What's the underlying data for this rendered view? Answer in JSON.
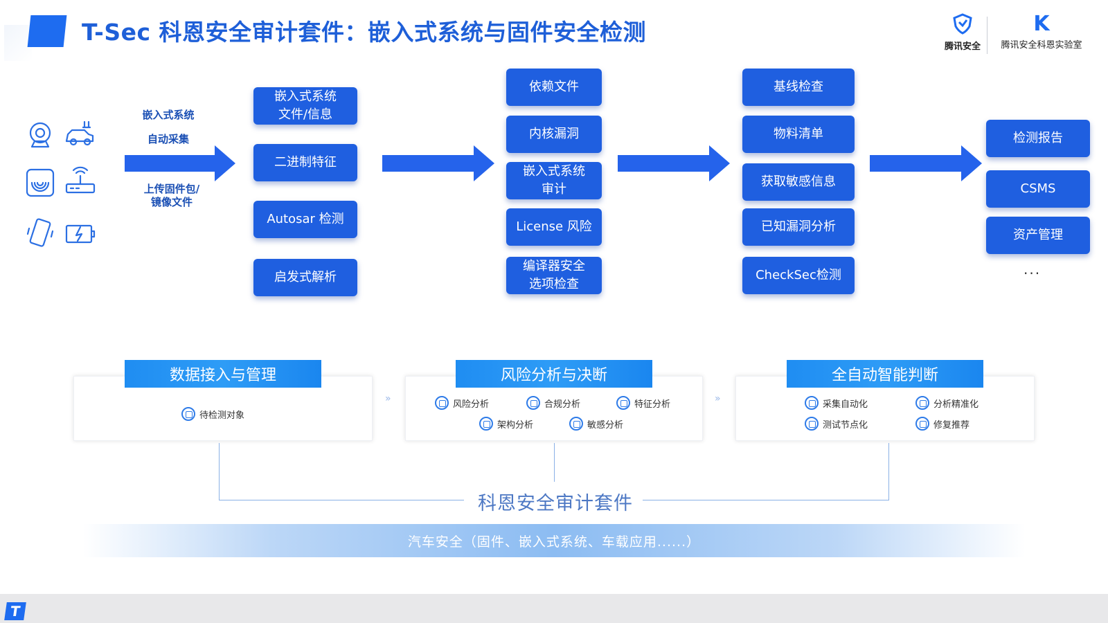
{
  "header": {
    "title": "T-Sec 科恩安全审计套件：嵌入式系统与固件安全检测",
    "brand_left": {
      "glyph_icon": "tencent-shield-icon",
      "name": "腾讯安全"
    },
    "brand_right": {
      "glyph": "K",
      "name": "腾讯安全科恩实验室"
    }
  },
  "devices": [
    "camera-icon",
    "ev-car-icon",
    "radar-icon",
    "router-icon",
    "smartphone-icon",
    "battery-icon"
  ],
  "collect": {
    "line1": "嵌入式系统",
    "line2": "自动采集",
    "upload": "上传固件包/\n镜像文件"
  },
  "stage1": [
    "嵌入式系统\n文件/信息",
    "二进制特征",
    "Autosar 检测",
    "启发式解析"
  ],
  "stage2": [
    "依赖文件",
    "内核漏洞",
    "嵌入式系统\n审计",
    "License 风险",
    "编译器安全\n选项检查"
  ],
  "stage3": [
    "基线检查",
    "物料清单",
    "获取敏感信息",
    "已知漏洞分析",
    "CheckSec检测"
  ],
  "stage4": [
    "检测报告",
    "CSMS",
    "资产管理"
  ],
  "stage4_more": "···",
  "panels": [
    {
      "title": "数据接入与管理",
      "features": [
        "待检测对象"
      ]
    },
    {
      "title": "风险分析与决断",
      "features": [
        "风险分析",
        "合规分析",
        "特征分析",
        "架构分析",
        "敏感分析"
      ]
    },
    {
      "title": "全自动智能判断",
      "features": [
        "采集自动化",
        "分析精准化",
        "测试节点化",
        "修复推荐"
      ]
    }
  ],
  "suite_label": "科恩安全审计套件",
  "band_text": "汽车安全（固件、嵌入式系统、车载应用......）",
  "colors": {
    "primary": "#1f5fe0",
    "title": "#1e5fd8",
    "panel_head": "#1f8df2"
  }
}
